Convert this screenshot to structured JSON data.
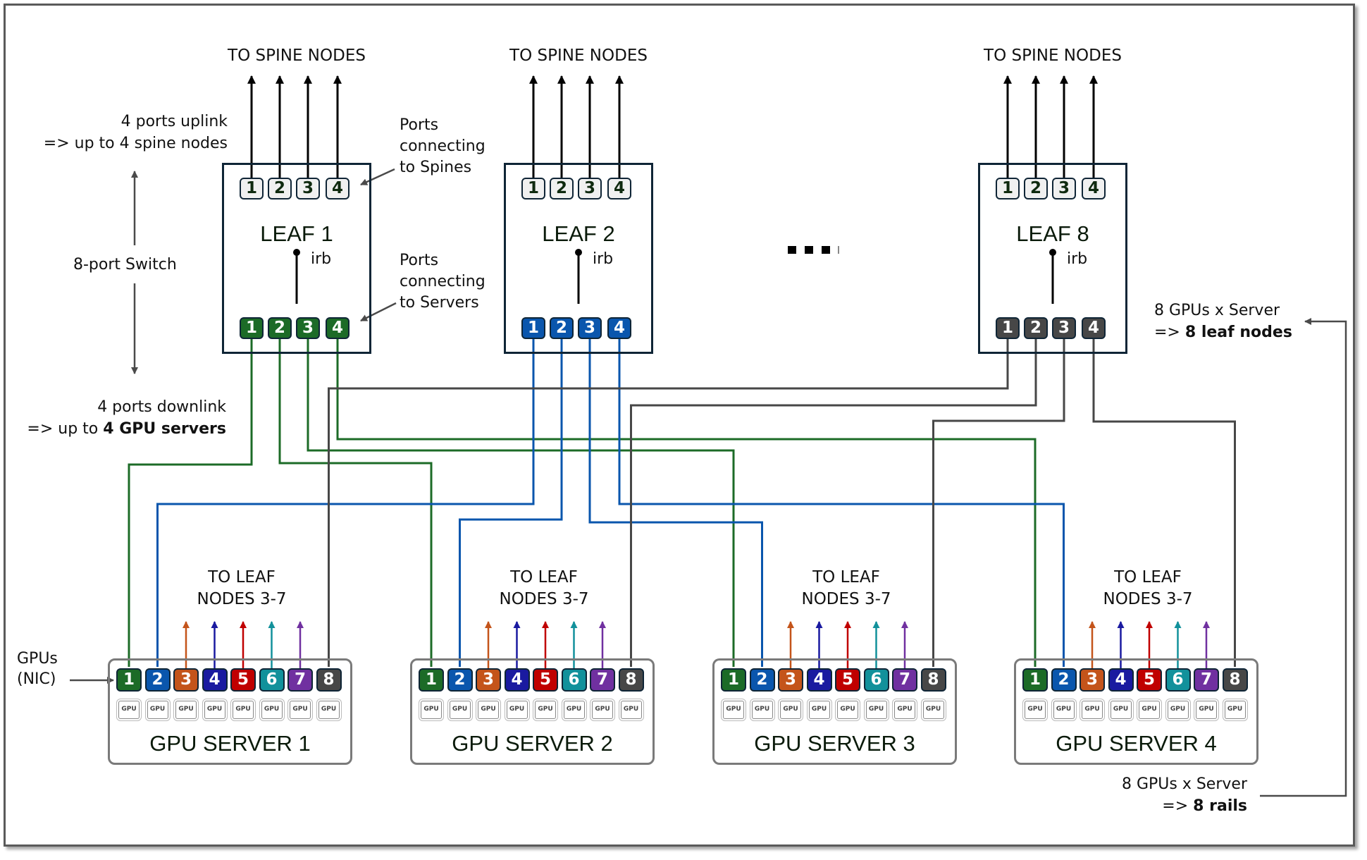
{
  "colors": {
    "rail": [
      "#1c6b27",
      "#0a56ad",
      "#c4541a",
      "#1a1aa0",
      "#c00000",
      "#12919b",
      "#7030a0",
      "#474747"
    ],
    "uplink_port_bg": "#f0f0f0",
    "box_border": "#0f2536",
    "server_border": "#7a7a7a",
    "annotation_arrow": "#4a4a4a"
  },
  "leaves": [
    {
      "label": "LEAF 1",
      "irb": "irb",
      "spine_caption": "TO SPINE NODES",
      "uplink_ports": [
        "1",
        "2",
        "3",
        "4"
      ],
      "downlink_ports": [
        "1",
        "2",
        "3",
        "4"
      ],
      "downlink_rail": 1
    },
    {
      "label": "LEAF 2",
      "irb": "irb",
      "spine_caption": "TO SPINE NODES",
      "uplink_ports": [
        "1",
        "2",
        "3",
        "4"
      ],
      "downlink_ports": [
        "1",
        "2",
        "3",
        "4"
      ],
      "downlink_rail": 2
    },
    {
      "label": "LEAF 8",
      "irb": "irb",
      "spine_caption": "TO SPINE NODES",
      "uplink_ports": [
        "1",
        "2",
        "3",
        "4"
      ],
      "downlink_ports": [
        "1",
        "2",
        "3",
        "4"
      ],
      "downlink_rail": 8
    }
  ],
  "ellipsis": "■ ■ ■",
  "servers": [
    {
      "label": "GPU SERVER 1",
      "caption_line1": "TO LEAF",
      "caption_line2": "NODES 3-7",
      "nics": [
        "1",
        "2",
        "3",
        "4",
        "5",
        "6",
        "7",
        "8"
      ],
      "gpu_label": "GPU"
    },
    {
      "label": "GPU SERVER 2",
      "caption_line1": "TO LEAF",
      "caption_line2": "NODES 3-7",
      "nics": [
        "1",
        "2",
        "3",
        "4",
        "5",
        "6",
        "7",
        "8"
      ],
      "gpu_label": "GPU"
    },
    {
      "label": "GPU SERVER 3",
      "caption_line1": "TO LEAF",
      "caption_line2": "NODES 3-7",
      "nics": [
        "1",
        "2",
        "3",
        "4",
        "5",
        "6",
        "7",
        "8"
      ],
      "gpu_label": "GPU"
    },
    {
      "label": "GPU SERVER 4",
      "caption_line1": "TO LEAF",
      "caption_line2": "NODES 3-7",
      "nics": [
        "1",
        "2",
        "3",
        "4",
        "5",
        "6",
        "7",
        "8"
      ],
      "gpu_label": "GPU"
    }
  ],
  "links": [
    {
      "leaf": 0,
      "port": 1,
      "server": 0,
      "nic": 1
    },
    {
      "leaf": 0,
      "port": 2,
      "server": 1,
      "nic": 1
    },
    {
      "leaf": 0,
      "port": 3,
      "server": 2,
      "nic": 1
    },
    {
      "leaf": 0,
      "port": 4,
      "server": 3,
      "nic": 1
    },
    {
      "leaf": 1,
      "port": 1,
      "server": 0,
      "nic": 2
    },
    {
      "leaf": 1,
      "port": 2,
      "server": 1,
      "nic": 2
    },
    {
      "leaf": 1,
      "port": 3,
      "server": 2,
      "nic": 2
    },
    {
      "leaf": 1,
      "port": 4,
      "server": 3,
      "nic": 2
    },
    {
      "leaf": 2,
      "port": 1,
      "server": 0,
      "nic": 8
    },
    {
      "leaf": 2,
      "port": 2,
      "server": 1,
      "nic": 8
    },
    {
      "leaf": 2,
      "port": 3,
      "server": 2,
      "nic": 8
    },
    {
      "leaf": 2,
      "port": 4,
      "server": 3,
      "nic": 8
    }
  ],
  "annotations": {
    "uplink_line1": "4 ports uplink",
    "uplink_line2": "=> up to 4 spine nodes",
    "switch": "8-port Switch",
    "downlink_line1": "4 ports downlink",
    "downlink_line2_prefix": "=> up to ",
    "downlink_line2_bold": "4 GPU servers",
    "ports_spines_1": "Ports",
    "ports_spines_2": "connecting",
    "ports_spines_3": "to Spines",
    "ports_servers_1": "Ports",
    "ports_servers_2": "connecting",
    "ports_servers_3": "to Servers",
    "gpus_nic_1": "GPUs",
    "gpus_nic_2": "(NIC)",
    "leafnodes_line1": "8 GPUs x Server",
    "leafnodes_line2_prefix": "=> ",
    "leafnodes_line2_bold": "8 leaf nodes",
    "rails_line1": "8 GPUs x Server",
    "rails_line2_prefix": "=> ",
    "rails_line2_bold": "8 rails"
  }
}
